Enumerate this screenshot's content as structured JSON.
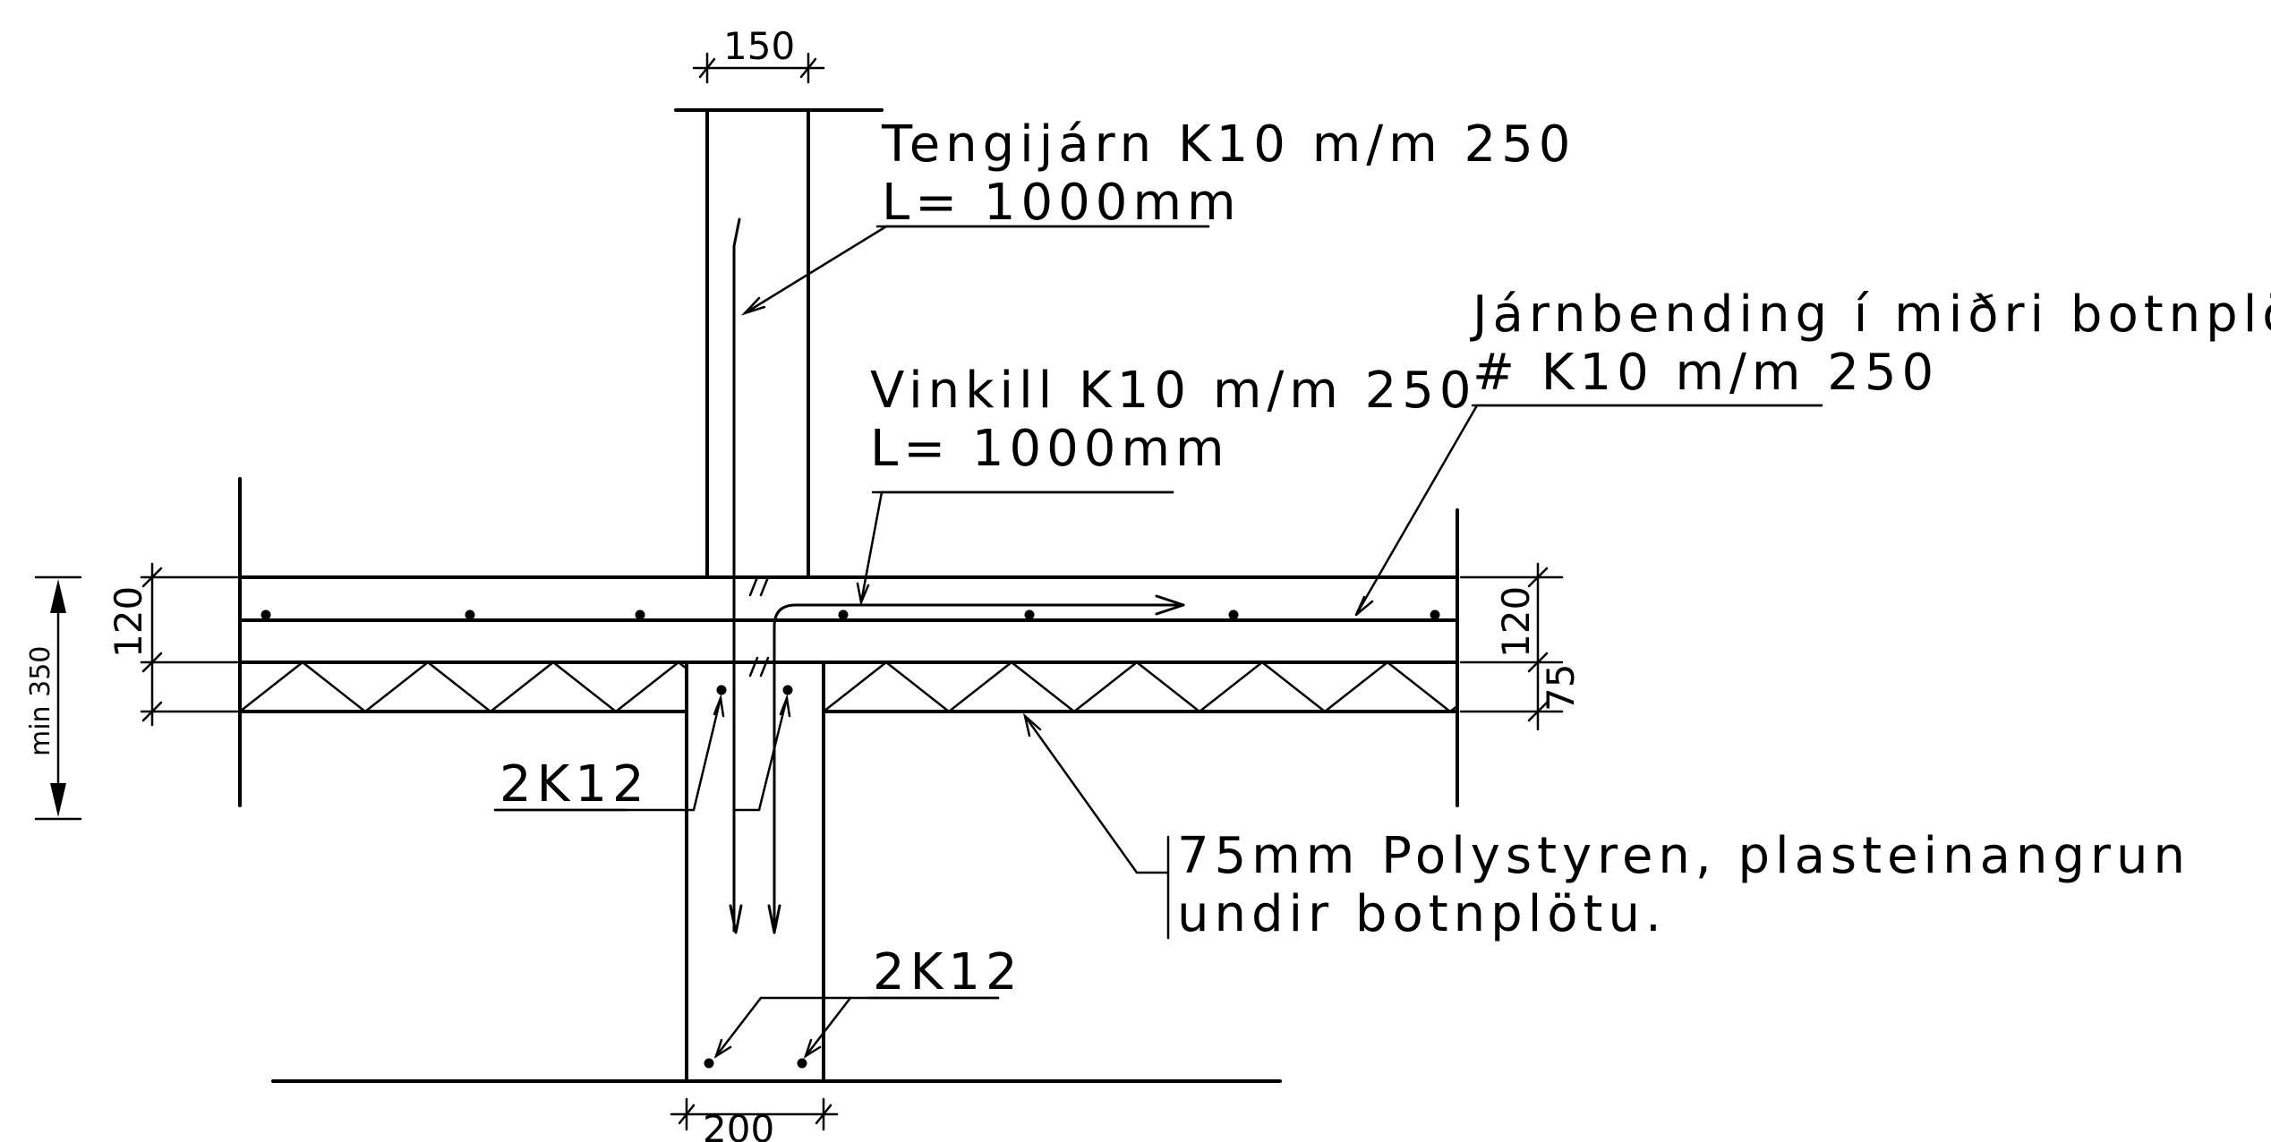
{
  "labels": {
    "tengijarn_line1": "Tengijárn K10 m/m 250",
    "tengijarn_line2": "L= 1000mm",
    "vinkill_line1": "Vinkill K10 m/m 250",
    "vinkill_line2": "L= 1000mm",
    "jarnbending_line1": "Járnbending í miðri botnplötu,",
    "jarnbending_line2": "# K10 m/m 250",
    "polystyren_line1": "75mm Polystyren, plasteinangrun",
    "polystyren_line2": "undir botnplötu.",
    "bars_upper": "2K12",
    "bars_lower": "2K12"
  },
  "dimensions": {
    "wall_width": "150",
    "footing_width": "200",
    "slab_left": "120",
    "slab_right": "120",
    "insulation_right": "75",
    "min_depth": "min 350"
  }
}
